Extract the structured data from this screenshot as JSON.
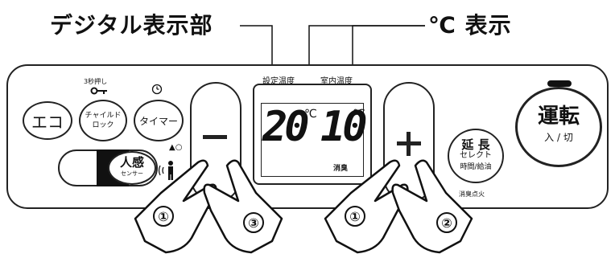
{
  "callouts": {
    "digital_display": "デジタル表示部",
    "celsius_display": "℃ 表示"
  },
  "panel": {
    "eco_label": "エコ",
    "child_lock_caption": "3秒押し",
    "child_lock_label_line1": "チャイルド",
    "child_lock_label_line2": "ロック",
    "timer_label": "タイマー",
    "sensor_label_line1": "人感",
    "sensor_label_line2": "センサー",
    "minus_label": "−",
    "plus_label": "+",
    "extend_label_line1": "延 長",
    "extend_label_line2": "セレクト",
    "extend_label_line3": "時間/給油",
    "deodorize_label": "消臭点火",
    "run_label_line1": "運転",
    "run_label_line2": "入 / 切"
  },
  "display": {
    "set_temp_label": "設定温度",
    "room_temp_label": "室内温度",
    "set_temp_value": "20",
    "room_temp_value": "10",
    "unit": "℃",
    "deodorize_indicator": "消臭"
  },
  "steps": {
    "left_first": "①",
    "left_third": "③",
    "right_first": "①",
    "right_second": "②"
  },
  "icons": {
    "key": "key-icon",
    "clock": "clock-icon",
    "person": "person-icon"
  }
}
